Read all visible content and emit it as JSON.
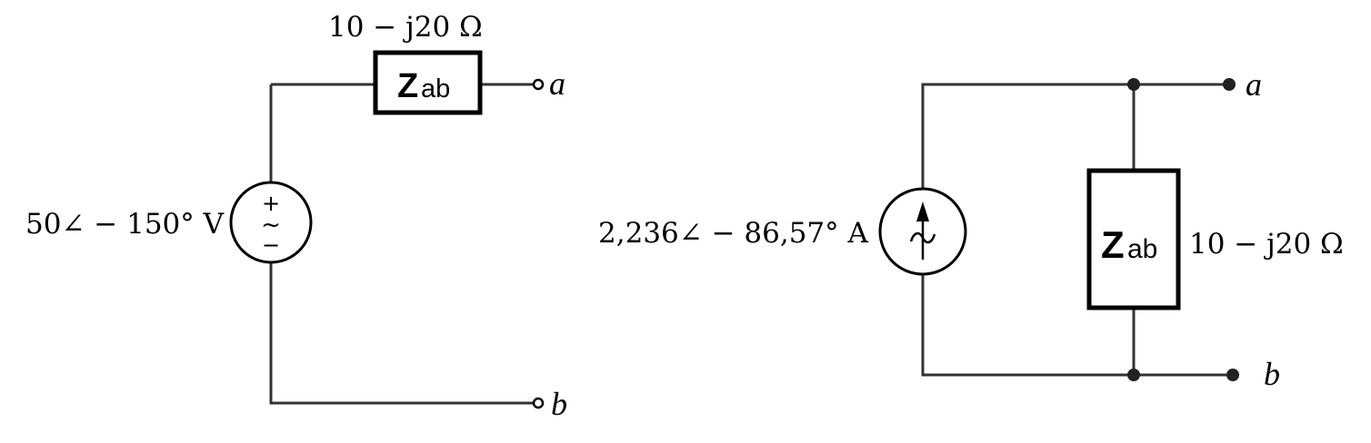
{
  "thevenin_circuit": {
    "source_label": "50∠ − 150° V",
    "source_plus": "+",
    "source_minus": "−",
    "source_tilde": "~",
    "impedance_value": "10  − j20 Ω",
    "impedance_symbol": "Z",
    "impedance_subscript": "ab",
    "terminal_a": "a",
    "terminal_b": "b"
  },
  "norton_circuit": {
    "source_label": "2,236∠ − 86,57° A",
    "impedance_value": "10  − j20 Ω",
    "impedance_symbol": "Z",
    "impedance_subscript": "ab",
    "terminal_a": "a",
    "terminal_b": "b"
  }
}
